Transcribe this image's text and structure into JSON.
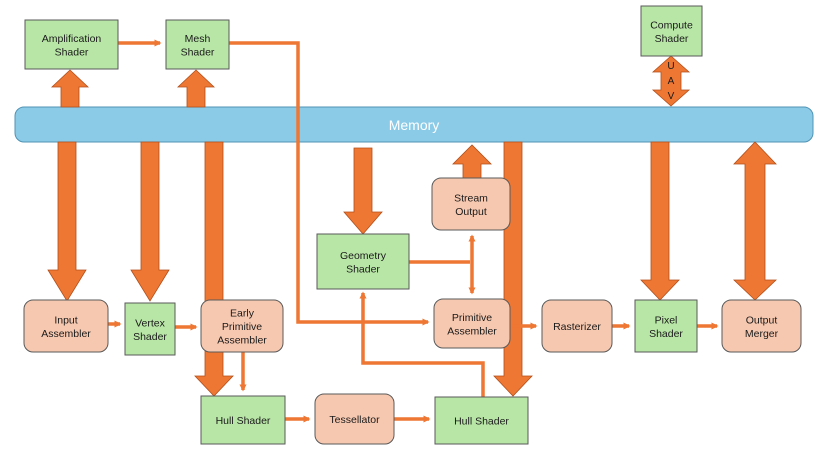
{
  "colors": {
    "shader_fill": "#b8e6a6",
    "fixed_fill": "#f7c8b0",
    "memory_fill": "#8ccbe8",
    "arrow": "#ee7733",
    "outline": "#5a5a5a"
  },
  "memory": {
    "label": "Memory"
  },
  "uav": {
    "letters": [
      "U",
      "A",
      "V"
    ]
  },
  "nodes": {
    "amplification_shader": [
      "Amplification",
      "Shader"
    ],
    "mesh_shader": [
      "Mesh",
      "Shader"
    ],
    "compute_shader": [
      "Compute",
      "Shader"
    ],
    "stream_output": [
      "Stream",
      "Output"
    ],
    "geometry_shader": [
      "Geometry",
      "Shader"
    ],
    "input_assembler": [
      "Input",
      "Assembler"
    ],
    "vertex_shader": [
      "Vertex",
      "Shader"
    ],
    "early_primitive_assembler": [
      "Early",
      "Primitive",
      "Assembler"
    ],
    "primitive_assembler": [
      "Primitive",
      "Assembler"
    ],
    "rasterizer": [
      "Rasterizer"
    ],
    "pixel_shader": [
      "Pixel",
      "Shader"
    ],
    "output_merger": [
      "Output",
      "Merger"
    ],
    "hull_shader_left": [
      "Hull Shader"
    ],
    "tessellator": [
      "Tessellator"
    ],
    "hull_shader_right": [
      "Hull Shader"
    ]
  }
}
